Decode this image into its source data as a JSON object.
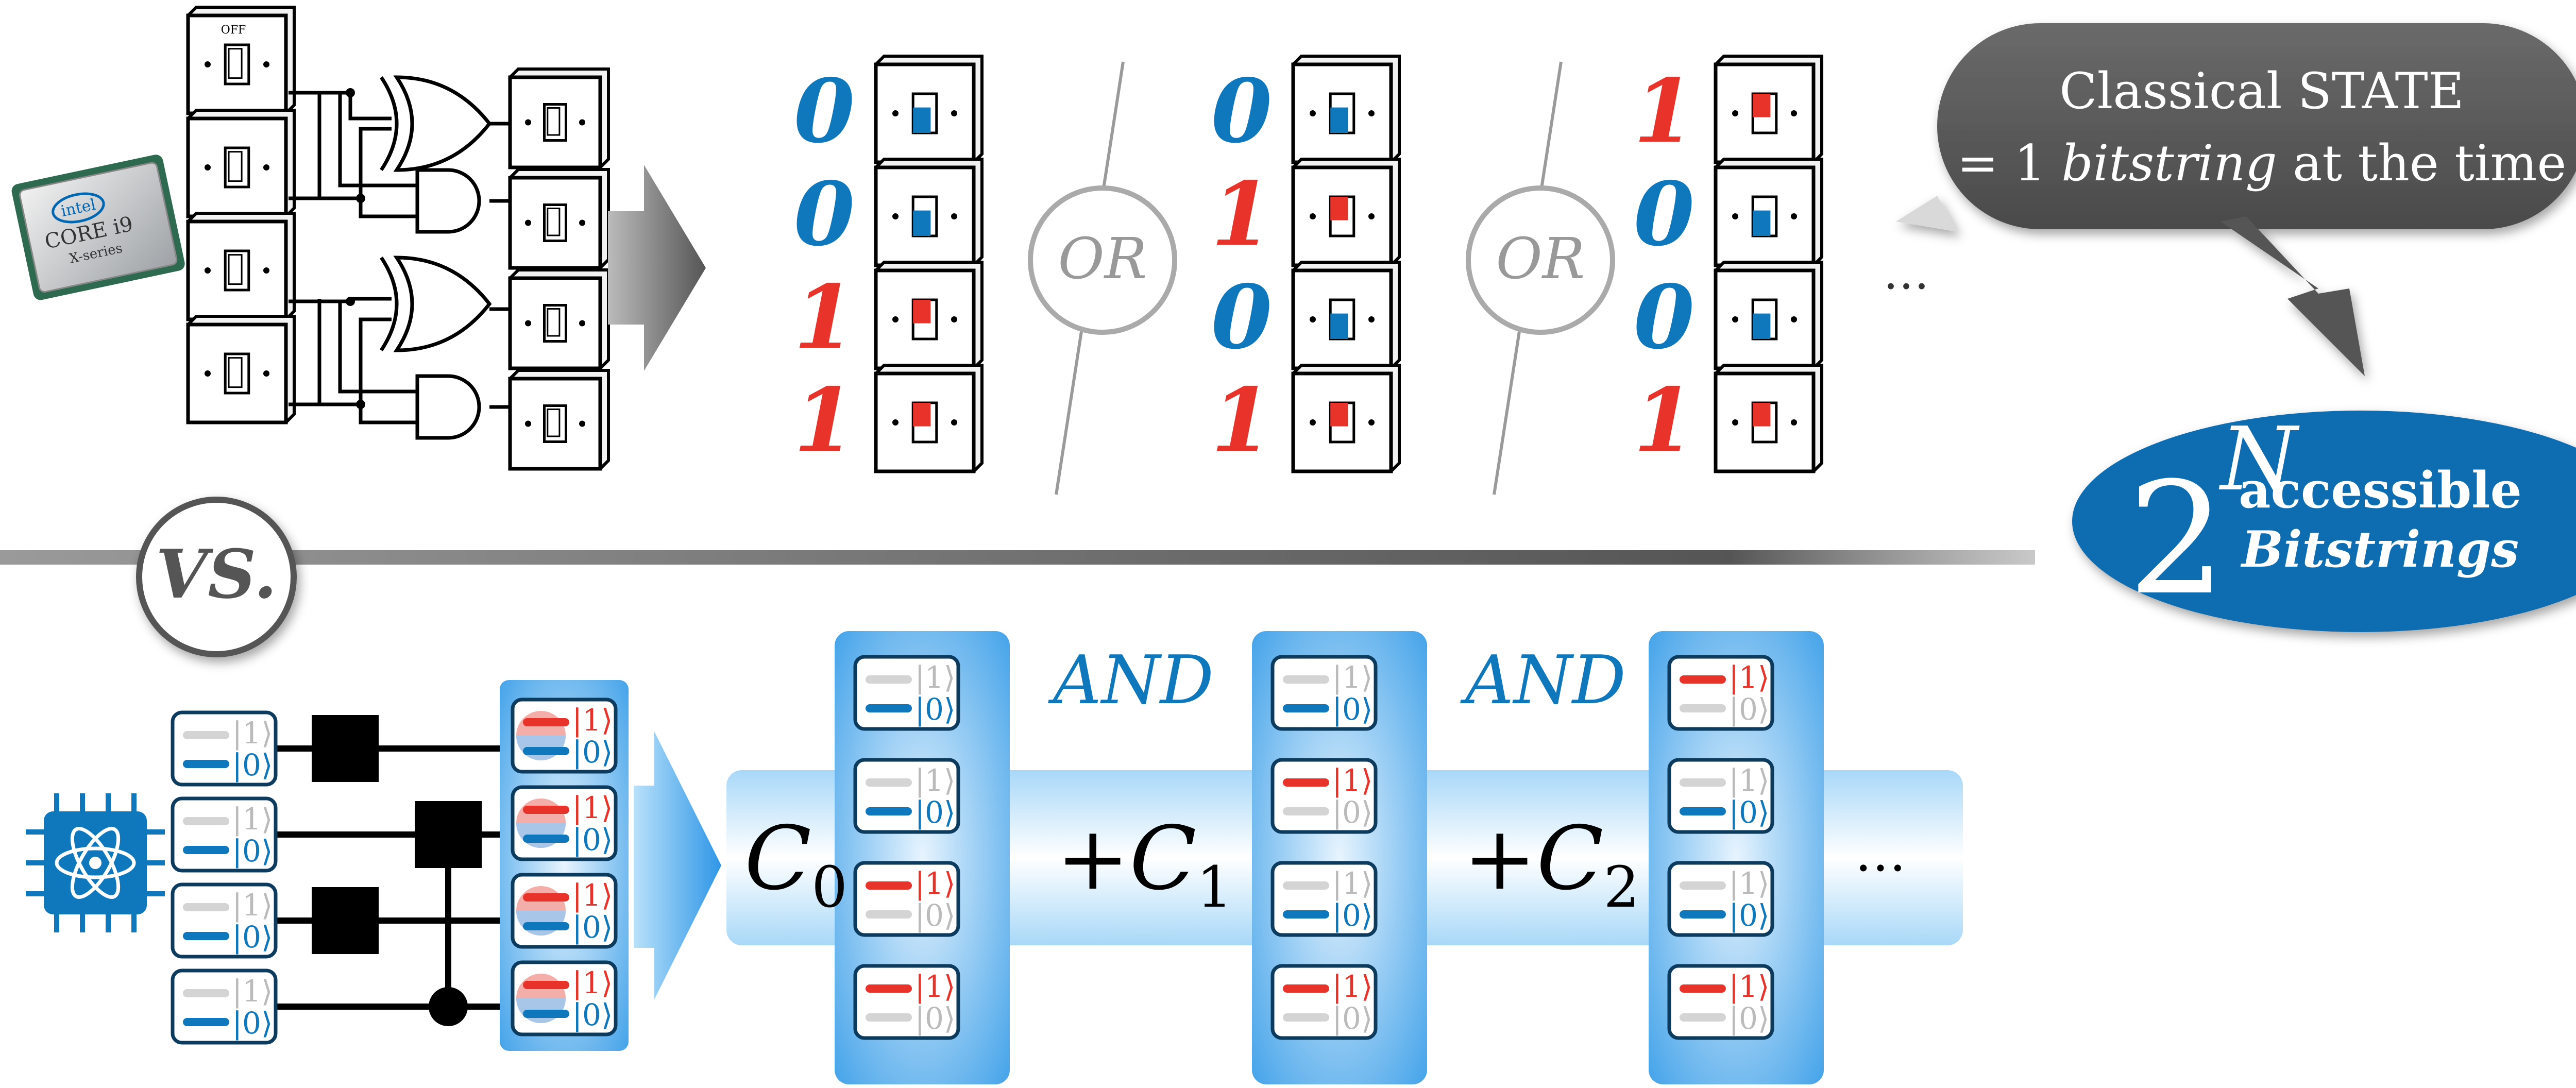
{
  "colors": {
    "blue": "#0f78bd",
    "red": "#e8332b",
    "dark_gray": "#555555",
    "light_gray": "#d4d4d4",
    "qubit_panel_light": "#c6e6fb",
    "qubit_panel_dark": "#3a9ee8"
  },
  "top": {
    "chip_label": "CORE i9",
    "chip_brand": "intel",
    "chip_series": "X-series",
    "switch_off_label": "OFF",
    "classical_states": [
      {
        "bits": [
          "0",
          "0",
          "1",
          "1"
        ]
      },
      {
        "bits": [
          "0",
          "1",
          "0",
          "1"
        ]
      },
      {
        "bits": [
          "1",
          "0",
          "0",
          "1"
        ]
      }
    ],
    "or_label": "OR",
    "ellipsis": "…",
    "speech_bubble": {
      "line1": "Classical STATE",
      "line2_prefix": "= 1 ",
      "line2_italic": "bitstring",
      "line2_suffix": " at the time"
    },
    "ellipse": {
      "base": "2",
      "exponent": "N",
      "line1": "accessible",
      "line2": "Bitstrings"
    }
  },
  "vs_label": "VS.",
  "bottom": {
    "ket1": "|1⟩",
    "ket0": "|0⟩",
    "input_qubits": [
      "0",
      "0",
      "0",
      "0"
    ],
    "gates": [
      {
        "type": "box"
      },
      {
        "type": "box"
      },
      {
        "type": "box"
      },
      {
        "type": "control"
      }
    ],
    "superposition": {
      "coefficients": [
        {
          "symbol": "C",
          "sub": "0",
          "prefix": ""
        },
        {
          "symbol": "C",
          "sub": "1",
          "prefix": "+"
        },
        {
          "symbol": "C",
          "sub": "2",
          "prefix": "+"
        }
      ],
      "states": [
        {
          "bits": [
            "0",
            "0",
            "1",
            "1"
          ]
        },
        {
          "bits": [
            "0",
            "1",
            "0",
            "1"
          ]
        },
        {
          "bits": [
            "1",
            "0",
            "0",
            "1"
          ]
        }
      ],
      "and_label": "AND",
      "ellipsis": "…"
    }
  }
}
